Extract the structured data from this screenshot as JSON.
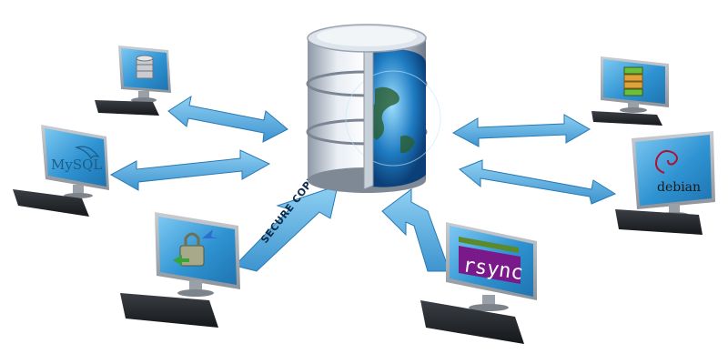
{
  "diagram": {
    "center": {
      "icon": "database-globe-icon"
    },
    "computers": [
      {
        "id": "top-left",
        "screen_icon": "database-icon"
      },
      {
        "id": "mysql",
        "screen_label": "MySQL",
        "screen_icon": "dolphin-icon"
      },
      {
        "id": "secure",
        "screen_icon": "lock-icon"
      },
      {
        "id": "rsync",
        "screen_label": "rsync"
      },
      {
        "id": "top-right",
        "screen_icon": "server-stack-icon"
      },
      {
        "id": "debian",
        "screen_label": "debian",
        "screen_icon": "swirl-icon"
      }
    ],
    "arrow_labels": {
      "secure_copy": "SECURE COPY"
    }
  },
  "colors": {
    "arrow_fill": "#5aafe0",
    "arrow_edge": "#2a79b4",
    "screen_blue": "#3aa0dc",
    "rsync_panel": "#7a1a8a",
    "rsync_band": "#5a8a2a"
  }
}
